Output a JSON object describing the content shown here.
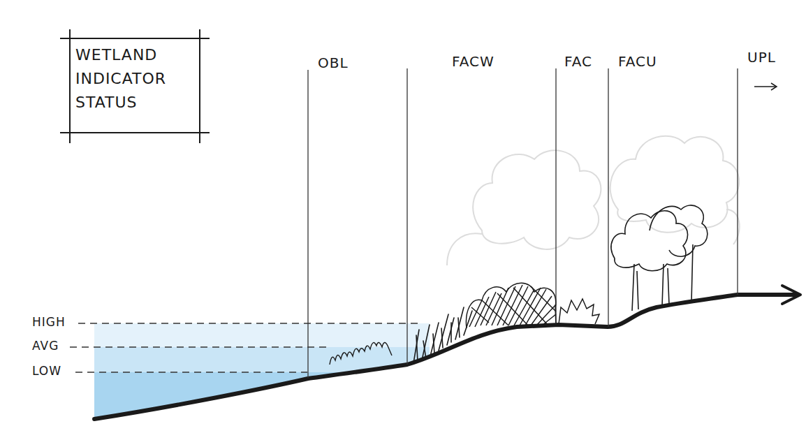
{
  "diagram": {
    "title": "WETLAND INDICATOR STATUS",
    "nodes": [
      {
        "text": [
          "OBL"
        ]
      },
      {
        "text": [
          "FACW"
        ]
      },
      {
        "text": [
          "FAC"
        ]
      },
      {
        "text": [
          "FACU"
        ]
      },
      {
        "text": [
          "UPL"
        ]
      }
    ],
    "labels": [
      "HIGH",
      "AVG",
      "LOW"
    ]
  }
}
